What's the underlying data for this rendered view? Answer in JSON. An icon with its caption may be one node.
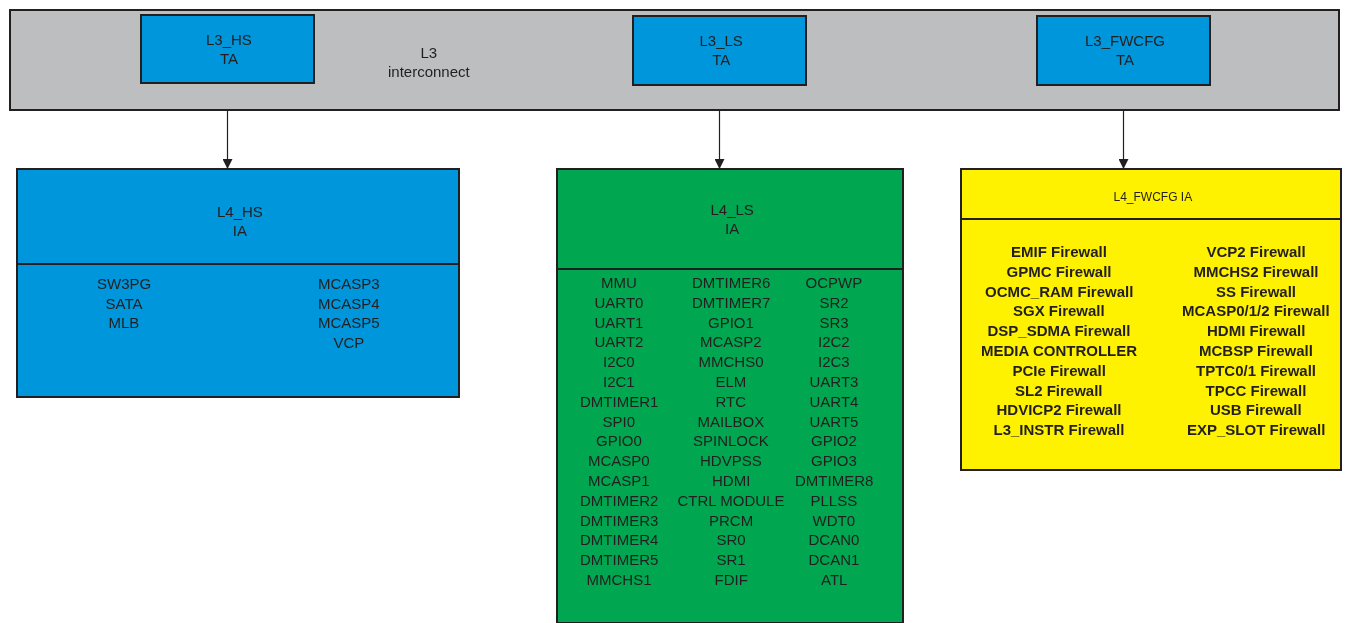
{
  "diagram": {
    "nodes": [
      {
        "text": [
          "L3 interconnect"
        ]
      },
      {
        "text": [
          "L3_HS TA"
        ],
        "in": 0
      },
      {
        "text": [
          "L3_LS TA"
        ],
        "in": 0
      },
      {
        "text": [
          "L3_FWCFG TA"
        ],
        "in": 0
      },
      {
        "text": [
          "L4_HS IA",
          "SW3PG",
          "SATA",
          "MLB",
          "MCASP3",
          "MCASP4",
          "MCASP5",
          "VCP"
        ]
      },
      {
        "text": [
          "L4_LS IA",
          "MMU",
          "UART0",
          "UART1",
          "UART2",
          "I2C0",
          "I2C1",
          "DMTIMER1",
          "SPI0",
          "GPIO0",
          "MCASP0",
          "MCASP1",
          "DMTIMER2",
          "DMTIMER3",
          "DMTIMER4",
          "DMTIMER5",
          "MMCHS1",
          "DMTIMER6",
          "DMTIMER7",
          "GPIO1",
          "MCASP2",
          "MMCHS0",
          "ELM",
          "RTC",
          "MAILBOX",
          "SPINLOCK",
          "HDVPSS",
          "HDMI",
          "CTRL MODULE",
          "PRCM",
          "SR0",
          "SR1",
          "FDIF",
          "OCPWP",
          "SR2",
          "SR3",
          "I2C2",
          "I2C3",
          "UART3",
          "UART4",
          "UART5",
          "GPIO2",
          "GPIO3",
          "DMTIMER8",
          "PLLSS",
          "WDT0",
          "DCAN0",
          "DCAN1",
          "ATL"
        ]
      },
      {
        "text": [
          "L4_FWCFG IA",
          "EMIF Firewall",
          "GPMC Firewall",
          "OCMC_RAM Firewall",
          "SGX Firewall",
          "DSP_SDMA Firewall",
          "MEDIA CONTROLLER",
          "PCIe Firewall",
          "SL2 Firewall",
          "HDVICP2 Firewall",
          "L3_INSTR Firewall",
          "VCP2 Firewall",
          "MMCHS2 Firewall",
          "SS Firewall",
          "MCASP0/1/2 Firewall",
          "HDMI Firewall",
          "MCBSP Firewall",
          "TPTC0/1 Firewall",
          "TPCC Firewall",
          "USB Firewall",
          "EXP_SLOT Firewall"
        ]
      }
    ],
    "edges": [
      {
        "from": 1,
        "to": 4,
        "arrow": "to"
      },
      {
        "from": 2,
        "to": 5,
        "arrow": "to"
      },
      {
        "from": 3,
        "to": 6,
        "arrow": "to"
      }
    ]
  }
}
